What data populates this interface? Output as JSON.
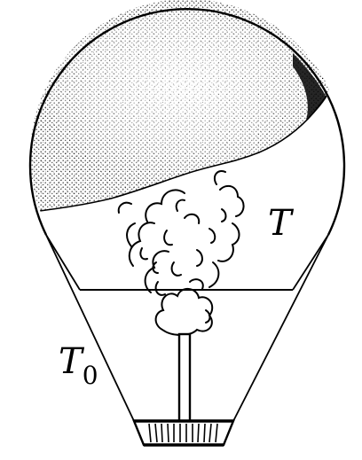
{
  "labels": {
    "inside_temperature": "T",
    "outside_temperature_base": "T",
    "outside_temperature_subscript": "0"
  },
  "colors": {
    "ink": "#000000",
    "background": "#ffffff"
  }
}
